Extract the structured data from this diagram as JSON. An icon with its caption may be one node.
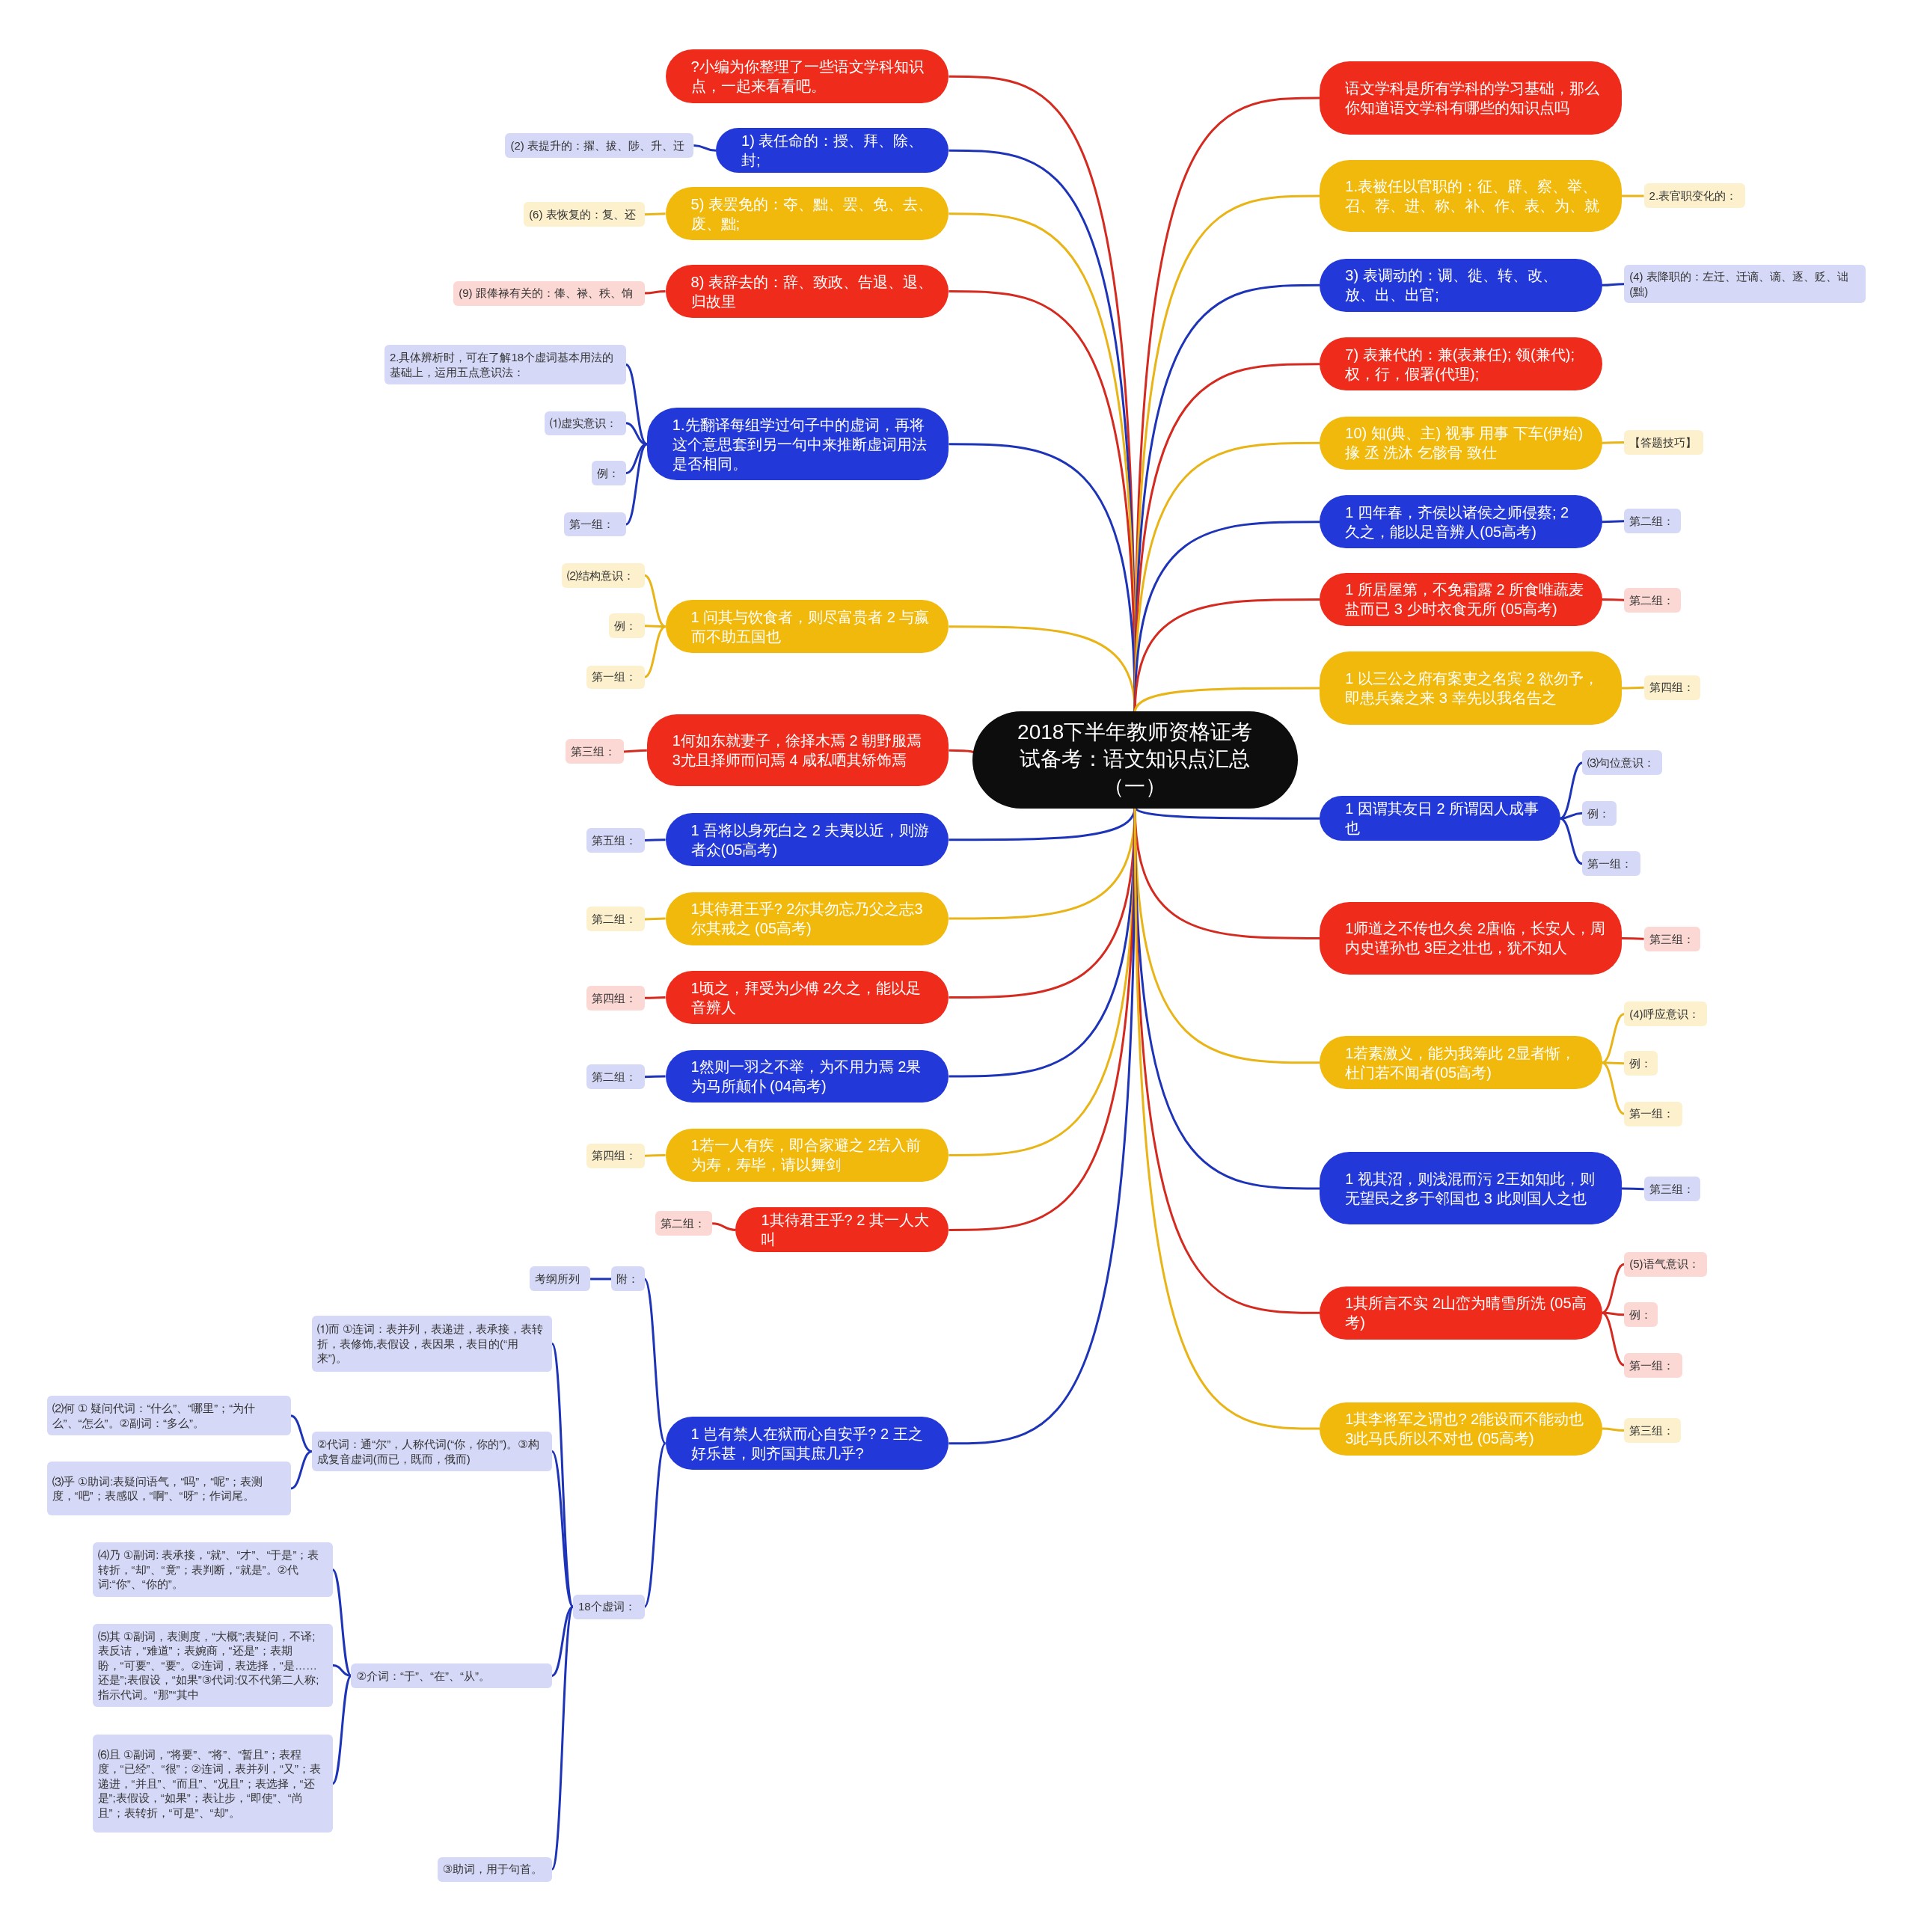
{
  "diagram": {
    "nodes": [
      {
        "text": [
          "2018下半年教师资格证考试备考：语文知识点汇总（一）"
        ]
      },
      {
        "text": [
          "?小编为你整理了一些语文学科知识点，一起来看看吧。"
        ]
      },
      {
        "text": [
          "1) 表任命的：授、拜、除、封;"
        ]
      },
      {
        "text": [
          "(2) 表提升的：擢、拔、陟、升、迁"
        ]
      },
      {
        "text": [
          "5) 表罢免的：夺、黜、罢、免、去、废、黜;"
        ]
      },
      {
        "text": [
          "(6) 表恢复的：复、还"
        ]
      },
      {
        "text": [
          "8) 表辞去的：辞、致政、告退、退、归故里"
        ]
      },
      {
        "text": [
          "(9) 跟俸禄有关的：俸、禄、秩、饷"
        ]
      },
      {
        "text": [
          "1.先翻译每组学过句子中的虚词，再将这个意思套到另一句中来推断虚词用法是否相同。"
        ]
      },
      {
        "text": [
          "2.具体辨析时，可在了解18个虚词基本用法的基础上，运用五点意识法："
        ]
      },
      {
        "text": [
          "⑴虚实意识："
        ]
      },
      {
        "text": [
          "例："
        ]
      },
      {
        "text": [
          "第一组："
        ]
      },
      {
        "text": [
          "1 问其与饮食者，则尽富贵者 2 与嬴而不助五国也"
        ]
      },
      {
        "text": [
          "⑵结构意识："
        ]
      },
      {
        "text": [
          "例："
        ]
      },
      {
        "text": [
          "第一组："
        ]
      },
      {
        "text": [
          "1何如东就妻子，徐择木焉 2 朝野服焉 3尤且择师而问焉 4 咸私哂其矫饰焉"
        ]
      },
      {
        "text": [
          "第三组："
        ]
      },
      {
        "text": [
          "1 吾将以身死白之 2 夫夷以近，则游者众(05高考)"
        ]
      },
      {
        "text": [
          "第五组："
        ]
      },
      {
        "text": [
          "1其待君王乎? 2尔其勿忘乃父之志3尔其戒之 (05高考)"
        ]
      },
      {
        "text": [
          "第二组："
        ]
      },
      {
        "text": [
          "1顷之，拜受为少傅 2久之，能以足音辨人"
        ]
      },
      {
        "text": [
          "第四组："
        ]
      },
      {
        "text": [
          "1然则一羽之不举，为不用力焉 2果为马所颠仆 (04高考)"
        ]
      },
      {
        "text": [
          "第二组："
        ]
      },
      {
        "text": [
          "1若一人有疾，即合家避之 2若入前为寿，寿毕，请以舞剑"
        ]
      },
      {
        "text": [
          "第四组："
        ]
      },
      {
        "text": [
          "1其待君王乎? 2 其一人大叫"
        ]
      },
      {
        "text": [
          "第二组："
        ]
      },
      {
        "text": [
          "1 岂有禁人在狱而心自安乎? 2 王之好乐甚，则齐国其庶几乎?"
        ]
      },
      {
        "text": [
          "附："
        ]
      },
      {
        "text": [
          "考纲所列"
        ]
      },
      {
        "text": [
          "18个虚词："
        ]
      },
      {
        "text": [
          "⑴而 ①连词：表并列，表递进，表承接，表转折，表修饰,表假设，表因果，表目的(“用来”)。"
        ]
      },
      {
        "text": [
          "②代词：通“尔”，人称代词(“你，你的”)。③构成复音虚词(而已，既而，俄而)"
        ]
      },
      {
        "text": [
          "⑵何 ① 疑问代词：“什么”、“哪里”；“为什么”、“怎么”。②副词：“多么”。"
        ]
      },
      {
        "text": [
          "⑶乎 ①助词:表疑问语气，“吗”，“呢”；表测度，“吧”；表感叹，“啊”、“呀”；作词尾。"
        ]
      },
      {
        "text": [
          "②介词：“于”、“在”、“从”。"
        ]
      },
      {
        "text": [
          "⑷乃 ①副词: 表承接，“就”、“才”、“于是”；表转折，“却”、“竟”；表判断，“就是”。②代词:“你”、“你的”。"
        ]
      },
      {
        "text": [
          "⑸其 ①副词，表测度，“大概”;表疑问，不译; 表反诘，“难道”；表婉商，“还是”；表期盼，“可要”、“要”。②连词，表选择，“是……还是”;表假设，“如果”③代词:仅不代第二人称;指示代词。“那”“其中"
        ]
      },
      {
        "text": [
          "⑹且 ①副词，“将要”、“将”、“暂且”；表程度，“已经”、“很”；②连词，表并列，“又”；表递进，“并且”、“而且”、“况且”；表选择，“还是”;表假设，“如果”；表让步，“即使”、“尚且”；表转折，“可是”、“却”。"
        ]
      },
      {
        "text": [
          "③助词，用于句首。"
        ]
      },
      {
        "text": [
          "语文学科是所有学科的学习基础，那么你知道语文学科有哪些的知识点吗"
        ]
      },
      {
        "text": [
          "1.表被任以官职的：征、辟、察、举、召、荐、进、称、补、作、表、为、就"
        ]
      },
      {
        "text": [
          "2.表官职变化的："
        ]
      },
      {
        "text": [
          "3) 表调动的：调、徙、转、改、放、出、出官;"
        ]
      },
      {
        "text": [
          "(4) 表降职的：左迁、迁谪、谪、逐、贬、诎(黜)"
        ]
      },
      {
        "text": [
          "7) 表兼代的：兼(表兼任); 领(兼代);权，行，假署(代理);"
        ]
      },
      {
        "text": [
          "10) 知(典、主) 视事 用事 下车(伊始) 掾 丞 洗沐 乞骸骨 致仕"
        ]
      },
      {
        "text": [
          "【答题技巧】"
        ]
      },
      {
        "text": [
          "1 四年春，齐侯以诸侯之师侵蔡; 2 久之，能以足音辨人(05高考)"
        ]
      },
      {
        "text": [
          "第二组："
        ]
      },
      {
        "text": [
          "1 所居屋第，不免霜露 2 所食唯蔬麦盐而已 3 少时衣食无所 (05高考)"
        ]
      },
      {
        "text": [
          "第二组："
        ]
      },
      {
        "text": [
          "1 以三公之府有案吏之名宾 2 欲勿予，即患兵秦之来 3 幸先以我名告之"
        ]
      },
      {
        "text": [
          "第四组："
        ]
      },
      {
        "text": [
          "1 因谓其友日 2 所谓因人成事也"
        ]
      },
      {
        "text": [
          "⑶句位意识："
        ]
      },
      {
        "text": [
          "例："
        ]
      },
      {
        "text": [
          "第一组："
        ]
      },
      {
        "text": [
          "1师道之不传也久矣 2唐临，长安人，周内史谨孙也 3臣之壮也，犹不如人"
        ]
      },
      {
        "text": [
          "第三组："
        ]
      },
      {
        "text": [
          "1若素激义，能为我筹此 2显者惭，杜门若不闻者(05高考)"
        ]
      },
      {
        "text": [
          "(4)呼应意识："
        ]
      },
      {
        "text": [
          "例："
        ]
      },
      {
        "text": [
          "第一组："
        ]
      },
      {
        "text": [
          "1 视其沼，则浅混而污 2王如知此，则无望民之多于邻国也 3 此则国人之也"
        ]
      },
      {
        "text": [
          "第三组："
        ]
      },
      {
        "text": [
          "1其所言不实 2山峦为晴雪所洗 (05高考)"
        ]
      },
      {
        "text": [
          "(5)语气意识："
        ]
      },
      {
        "text": [
          "例："
        ]
      },
      {
        "text": [
          "第一组："
        ]
      },
      {
        "text": [
          "1其李将军之谓也? 2能设而不能动也 3此马氏所以不对也 (05高考)"
        ]
      },
      {
        "text": [
          "第三组："
        ]
      }
    ],
    "edges": [
      {
        "from": 0,
        "to": 1,
        "arrow": "none",
        "color": "#d42a1f"
      },
      {
        "from": 0,
        "to": 2,
        "arrow": "none",
        "color": "#1e34b8"
      },
      {
        "from": 0,
        "to": 4,
        "arrow": "none",
        "color": "#e9b416"
      },
      {
        "from": 0,
        "to": 6,
        "arrow": "none",
        "color": "#d42a1f"
      },
      {
        "from": 0,
        "to": 8,
        "arrow": "none",
        "color": "#1e34b8"
      },
      {
        "from": 0,
        "to": 13,
        "arrow": "none",
        "color": "#e9b416"
      },
      {
        "from": 0,
        "to": 17,
        "arrow": "none",
        "color": "#d42a1f"
      },
      {
        "from": 0,
        "to": 19,
        "arrow": "none",
        "color": "#1e34b8"
      },
      {
        "from": 0,
        "to": 21,
        "arrow": "none",
        "color": "#e9b416"
      },
      {
        "from": 0,
        "to": 23,
        "arrow": "none",
        "color": "#d42a1f"
      },
      {
        "from": 0,
        "to": 25,
        "arrow": "none",
        "color": "#1e34b8"
      },
      {
        "from": 0,
        "to": 27,
        "arrow": "none",
        "color": "#e9b416"
      },
      {
        "from": 0,
        "to": 29,
        "arrow": "none",
        "color": "#d42a1f"
      },
      {
        "from": 0,
        "to": 31,
        "arrow": "none",
        "color": "#1e34b8"
      },
      {
        "from": 0,
        "to": 44,
        "arrow": "none",
        "color": "#d42a1f"
      },
      {
        "from": 0,
        "to": 45,
        "arrow": "none",
        "color": "#e9b416"
      },
      {
        "from": 0,
        "to": 47,
        "arrow": "none",
        "color": "#1e34b8"
      },
      {
        "from": 0,
        "to": 49,
        "arrow": "none",
        "color": "#d42a1f"
      },
      {
        "from": 0,
        "to": 50,
        "arrow": "none",
        "color": "#e9b416"
      },
      {
        "from": 0,
        "to": 52,
        "arrow": "none",
        "color": "#1e34b8"
      },
      {
        "from": 0,
        "to": 54,
        "arrow": "none",
        "color": "#d42a1f"
      },
      {
        "from": 0,
        "to": 56,
        "arrow": "none",
        "color": "#e9b416"
      },
      {
        "from": 0,
        "to": 58,
        "arrow": "none",
        "color": "#1e34b8"
      },
      {
        "from": 0,
        "to": 62,
        "arrow": "none",
        "color": "#d42a1f"
      },
      {
        "from": 0,
        "to": 64,
        "arrow": "none",
        "color": "#e9b416"
      },
      {
        "from": 0,
        "to": 68,
        "arrow": "none",
        "color": "#1e34b8"
      },
      {
        "from": 0,
        "to": 70,
        "arrow": "none",
        "color": "#d42a1f"
      },
      {
        "from": 0,
        "to": 74,
        "arrow": "none",
        "color": "#e9b416"
      },
      {
        "from": 2,
        "to": 3,
        "arrow": "none",
        "color": "#1e34b8"
      },
      {
        "from": 4,
        "to": 5,
        "arrow": "none",
        "color": "#e9b416"
      },
      {
        "from": 6,
        "to": 7,
        "arrow": "none",
        "color": "#d42a1f"
      },
      {
        "from": 8,
        "to": 9,
        "arrow": "none",
        "color": "#1e34b8"
      },
      {
        "from": 8,
        "to": 10,
        "arrow": "none",
        "color": "#1e34b8"
      },
      {
        "from": 8,
        "to": 11,
        "arrow": "none",
        "color": "#1e34b8"
      },
      {
        "from": 8,
        "to": 12,
        "arrow": "none",
        "color": "#1e34b8"
      },
      {
        "from": 13,
        "to": 14,
        "arrow": "none",
        "color": "#e9b416"
      },
      {
        "from": 13,
        "to": 15,
        "arrow": "none",
        "color": "#e9b416"
      },
      {
        "from": 13,
        "to": 16,
        "arrow": "none",
        "color": "#e9b416"
      },
      {
        "from": 17,
        "to": 18,
        "arrow": "none",
        "color": "#d42a1f"
      },
      {
        "from": 19,
        "to": 20,
        "arrow": "none",
        "color": "#1e34b8"
      },
      {
        "from": 21,
        "to": 22,
        "arrow": "none",
        "color": "#e9b416"
      },
      {
        "from": 23,
        "to": 24,
        "arrow": "none",
        "color": "#d42a1f"
      },
      {
        "from": 25,
        "to": 26,
        "arrow": "none",
        "color": "#1e34b8"
      },
      {
        "from": 27,
        "to": 28,
        "arrow": "none",
        "color": "#e9b416"
      },
      {
        "from": 29,
        "to": 30,
        "arrow": "none",
        "color": "#d42a1f"
      },
      {
        "from": 31,
        "to": 32,
        "arrow": "none",
        "color": "#1e34b8"
      },
      {
        "from": 32,
        "to": 33,
        "arrow": "none",
        "color": "#1e34b8"
      },
      {
        "from": 31,
        "to": 34,
        "arrow": "none",
        "color": "#1e34b8"
      },
      {
        "from": 34,
        "to": 35,
        "arrow": "none",
        "color": "#1e34b8"
      },
      {
        "from": 34,
        "to": 36,
        "arrow": "none",
        "color": "#1e34b8"
      },
      {
        "from": 36,
        "to": 37,
        "arrow": "none",
        "color": "#1e34b8"
      },
      {
        "from": 36,
        "to": 38,
        "arrow": "none",
        "color": "#1e34b8"
      },
      {
        "from": 34,
        "to": 39,
        "arrow": "none",
        "color": "#1e34b8"
      },
      {
        "from": 39,
        "to": 40,
        "arrow": "none",
        "color": "#1e34b8"
      },
      {
        "from": 39,
        "to": 41,
        "arrow": "none",
        "color": "#1e34b8"
      },
      {
        "from": 39,
        "to": 42,
        "arrow": "none",
        "color": "#1e34b8"
      },
      {
        "from": 34,
        "to": 43,
        "arrow": "none",
        "color": "#1e34b8"
      },
      {
        "from": 45,
        "to": 46,
        "arrow": "none",
        "color": "#e9b416"
      },
      {
        "from": 47,
        "to": 48,
        "arrow": "none",
        "color": "#1e34b8"
      },
      {
        "from": 50,
        "to": 51,
        "arrow": "none",
        "color": "#e9b416"
      },
      {
        "from": 52,
        "to": 53,
        "arrow": "none",
        "color": "#1e34b8"
      },
      {
        "from": 54,
        "to": 55,
        "arrow": "none",
        "color": "#d42a1f"
      },
      {
        "from": 56,
        "to": 57,
        "arrow": "none",
        "color": "#e9b416"
      },
      {
        "from": 58,
        "to": 59,
        "arrow": "none",
        "color": "#1e34b8"
      },
      {
        "from": 58,
        "to": 60,
        "arrow": "none",
        "color": "#1e34b8"
      },
      {
        "from": 58,
        "to": 61,
        "arrow": "none",
        "color": "#1e34b8"
      },
      {
        "from": 62,
        "to": 63,
        "arrow": "none",
        "color": "#d42a1f"
      },
      {
        "from": 64,
        "to": 65,
        "arrow": "none",
        "color": "#e9b416"
      },
      {
        "from": 64,
        "to": 66,
        "arrow": "none",
        "color": "#e9b416"
      },
      {
        "from": 64,
        "to": 67,
        "arrow": "none",
        "color": "#e9b416"
      },
      {
        "from": 68,
        "to": 69,
        "arrow": "none",
        "color": "#1e34b8"
      },
      {
        "from": 70,
        "to": 71,
        "arrow": "none",
        "color": "#d42a1f"
      },
      {
        "from": 70,
        "to": 72,
        "arrow": "none",
        "color": "#d42a1f"
      },
      {
        "from": 70,
        "to": 73,
        "arrow": "none",
        "color": "#d42a1f"
      },
      {
        "from": 74,
        "to": 75,
        "arrow": "none",
        "color": "#e9b416"
      }
    ]
  }
}
